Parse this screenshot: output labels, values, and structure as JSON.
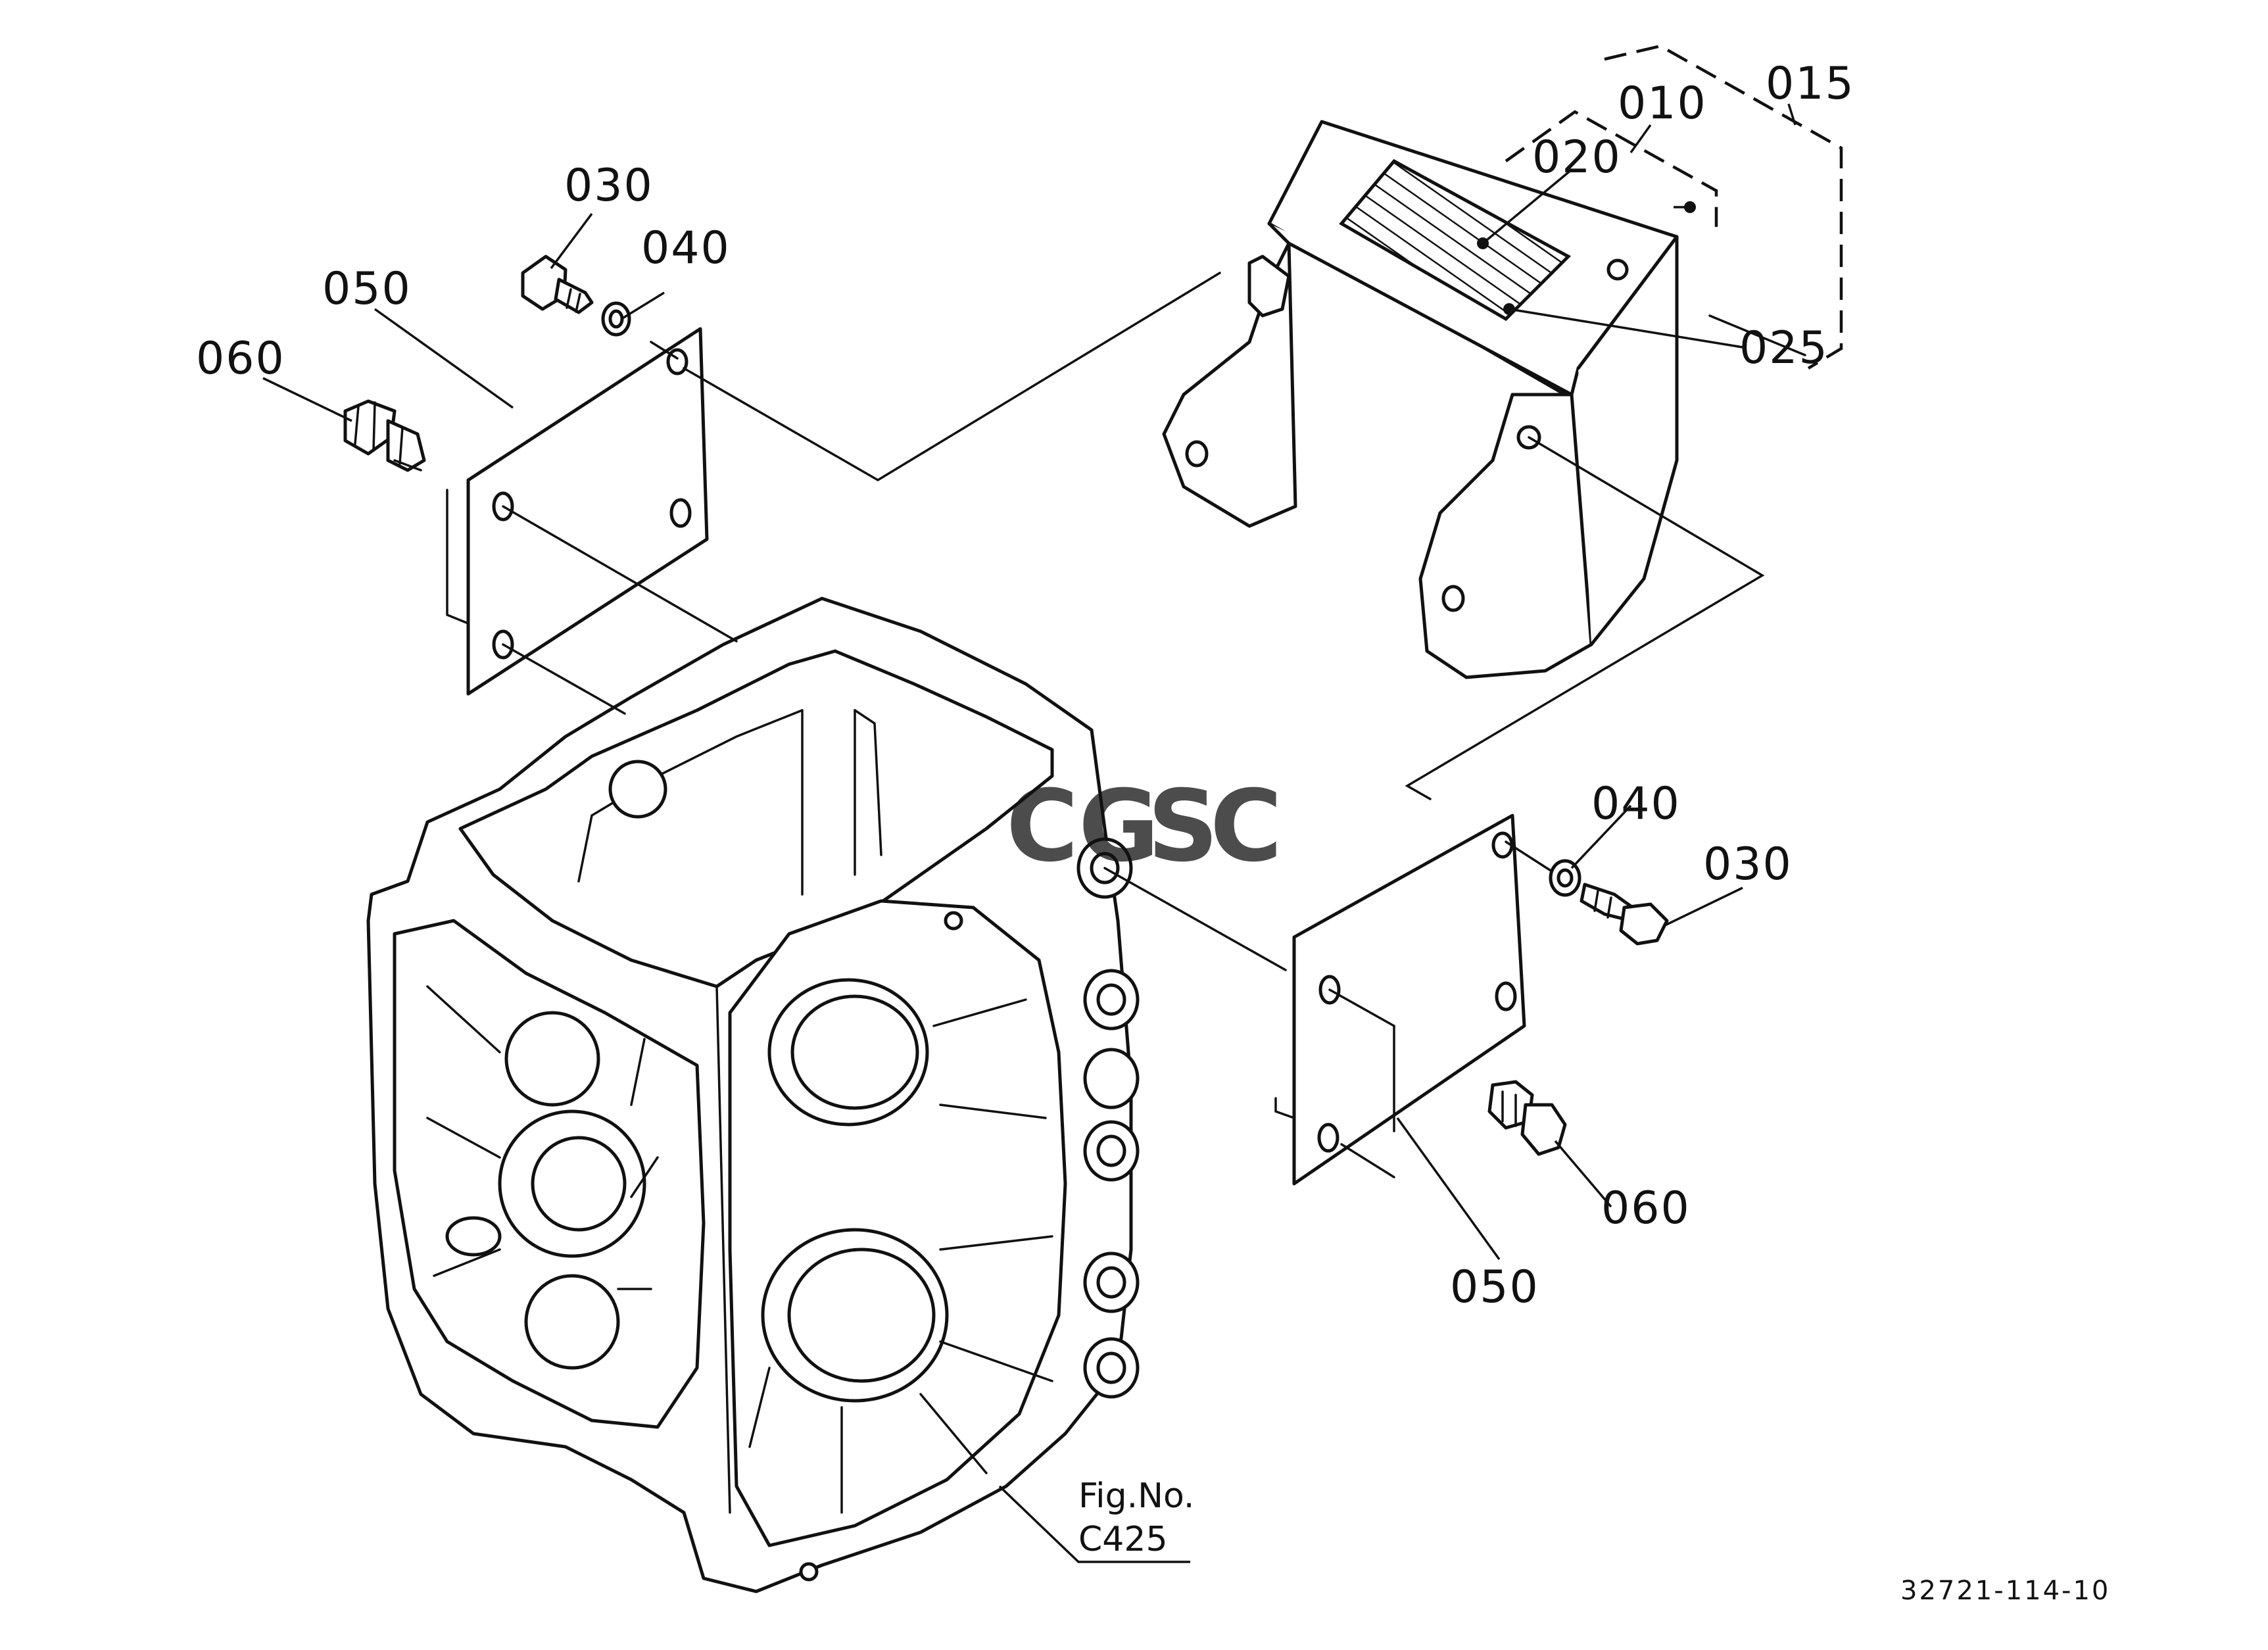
{
  "diagram": {
    "callouts": {
      "c030_left": "030",
      "c040_left": "040",
      "c050_left": "050",
      "c060_left": "060",
      "c020": "020",
      "c010": "010",
      "c015": "015",
      "c025": "025",
      "c040_right": "040",
      "c030_right": "030",
      "c060_right": "060",
      "c050_right": "050"
    },
    "figure_ref": {
      "line1": "Fig.No.",
      "line2": "C425"
    },
    "document_number": "32721-114-10",
    "watermark": {
      "letters": [
        "C",
        "G",
        "S",
        "C"
      ],
      "colors": [
        "#4285f4",
        "#ea4335",
        "#fbbc05",
        "#34a853"
      ]
    }
  }
}
